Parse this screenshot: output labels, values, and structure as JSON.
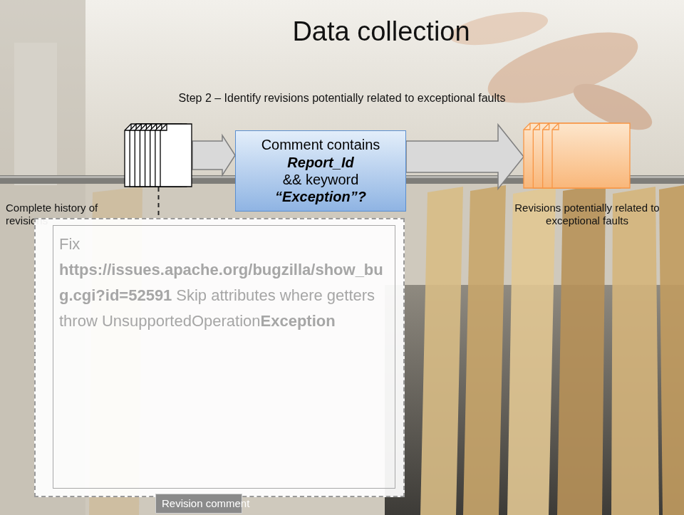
{
  "diagram": {
    "title": "Data collection",
    "nodes": [
      {
        "text": [
          "Complete history of revisions"
        ]
      },
      {
        "text": [
          "Comment contains",
          "Report_Id",
          "&& keyword",
          "“Exception”?"
        ]
      },
      {
        "text": [
          "Revisions potentially related to exceptional faults"
        ]
      },
      {
        "text": [
          "Fix",
          "https://issues.apache.org/bugzilla/show_bug.cgi?id=52591",
          "Skip attributes where getters throw UnsupportedOperation",
          "Exception"
        ]
      },
      {
        "text": [
          "Revision comment"
        ]
      }
    ],
    "edges": [
      {
        "from": 0,
        "to": 1,
        "arrow": "to"
      },
      {
        "from": 1,
        "to": 2,
        "arrow": "to"
      },
      {
        "from": 0,
        "to": 3,
        "arrow": "none"
      }
    ],
    "labels": [
      "Step 2 – Identify revisions potentially related to exceptional faults"
    ]
  }
}
